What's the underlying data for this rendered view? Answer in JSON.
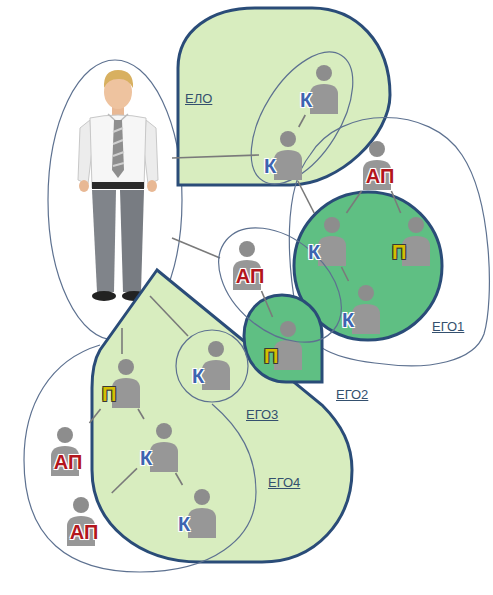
{
  "diagram": {
    "nodes": [
      {
        "text": [
          "ЕЛО"
        ]
      },
      {
        "text": [
          "К"
        ],
        "in": 0
      },
      {
        "text": [
          "К"
        ],
        "in": 0
      },
      {
        "text": [
          "ЕГО1"
        ]
      },
      {
        "text": [
          "АП"
        ],
        "in": 3
      },
      {
        "text": [
          "К"
        ],
        "in": 3
      },
      {
        "text": [
          "П"
        ],
        "in": 3
      },
      {
        "text": [
          "К"
        ],
        "in": 3
      },
      {
        "text": [
          "АП"
        ]
      },
      {
        "text": [
          "ЕГО2"
        ]
      },
      {
        "text": [
          "П"
        ],
        "in": 9
      },
      {
        "text": [
          "ЕГО4"
        ]
      },
      {
        "text": [
          "П"
        ],
        "in": 11
      },
      {
        "text": [
          "ЕГО3"
        ],
        "in": 11
      },
      {
        "text": [
          "К"
        ],
        "in": 13
      },
      {
        "text": [
          "АП"
        ]
      },
      {
        "text": [
          "К"
        ],
        "in": 11
      },
      {
        "text": [
          "АП"
        ]
      },
      {
        "text": [
          "К"
        ],
        "in": 11
      }
    ],
    "edges": [
      {
        "from": 1,
        "to": 2,
        "arrow": "none"
      },
      {
        "from": 2,
        "to": 5,
        "arrow": "none"
      },
      {
        "from": 4,
        "to": 5,
        "arrow": "none"
      },
      {
        "from": 4,
        "to": 6,
        "arrow": "none"
      },
      {
        "from": 5,
        "to": 7,
        "arrow": "none"
      },
      {
        "from": 8,
        "to": 10,
        "arrow": "none"
      },
      {
        "from": 12,
        "to": 15,
        "arrow": "none"
      },
      {
        "from": 12,
        "to": 16,
        "arrow": "none"
      },
      {
        "from": 16,
        "to": 17,
        "arrow": "none"
      },
      {
        "from": 16,
        "to": 18,
        "arrow": "none"
      }
    ]
  }
}
